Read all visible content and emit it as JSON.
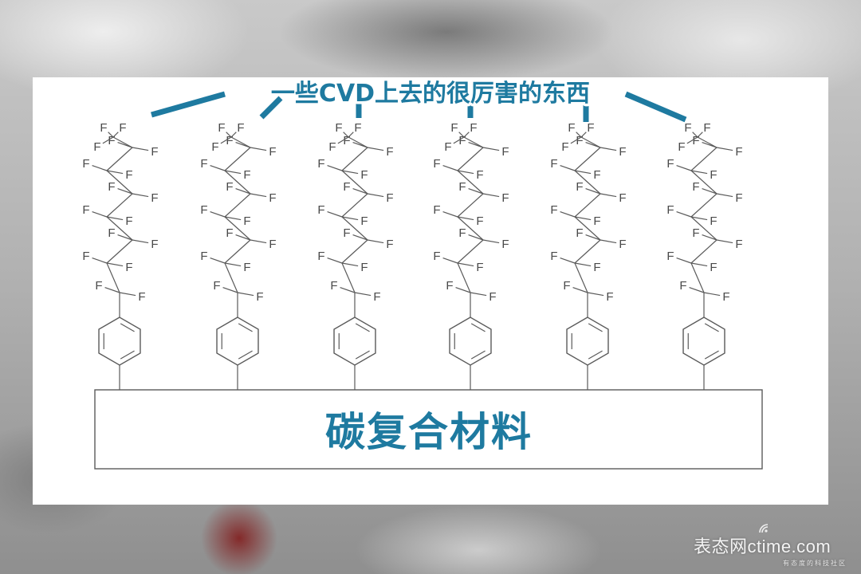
{
  "annotation": "一些CVD上去的很厉害的东西",
  "substrate_label": "碳复合材料",
  "atom_label": "F",
  "chain_count": 6,
  "colors": {
    "accent": "#1e7aa0",
    "line": "#5a5a5a",
    "card": "#ffffff"
  },
  "watermark": {
    "main": "表态网ctime.com",
    "sub": "有态度的科技社区"
  }
}
